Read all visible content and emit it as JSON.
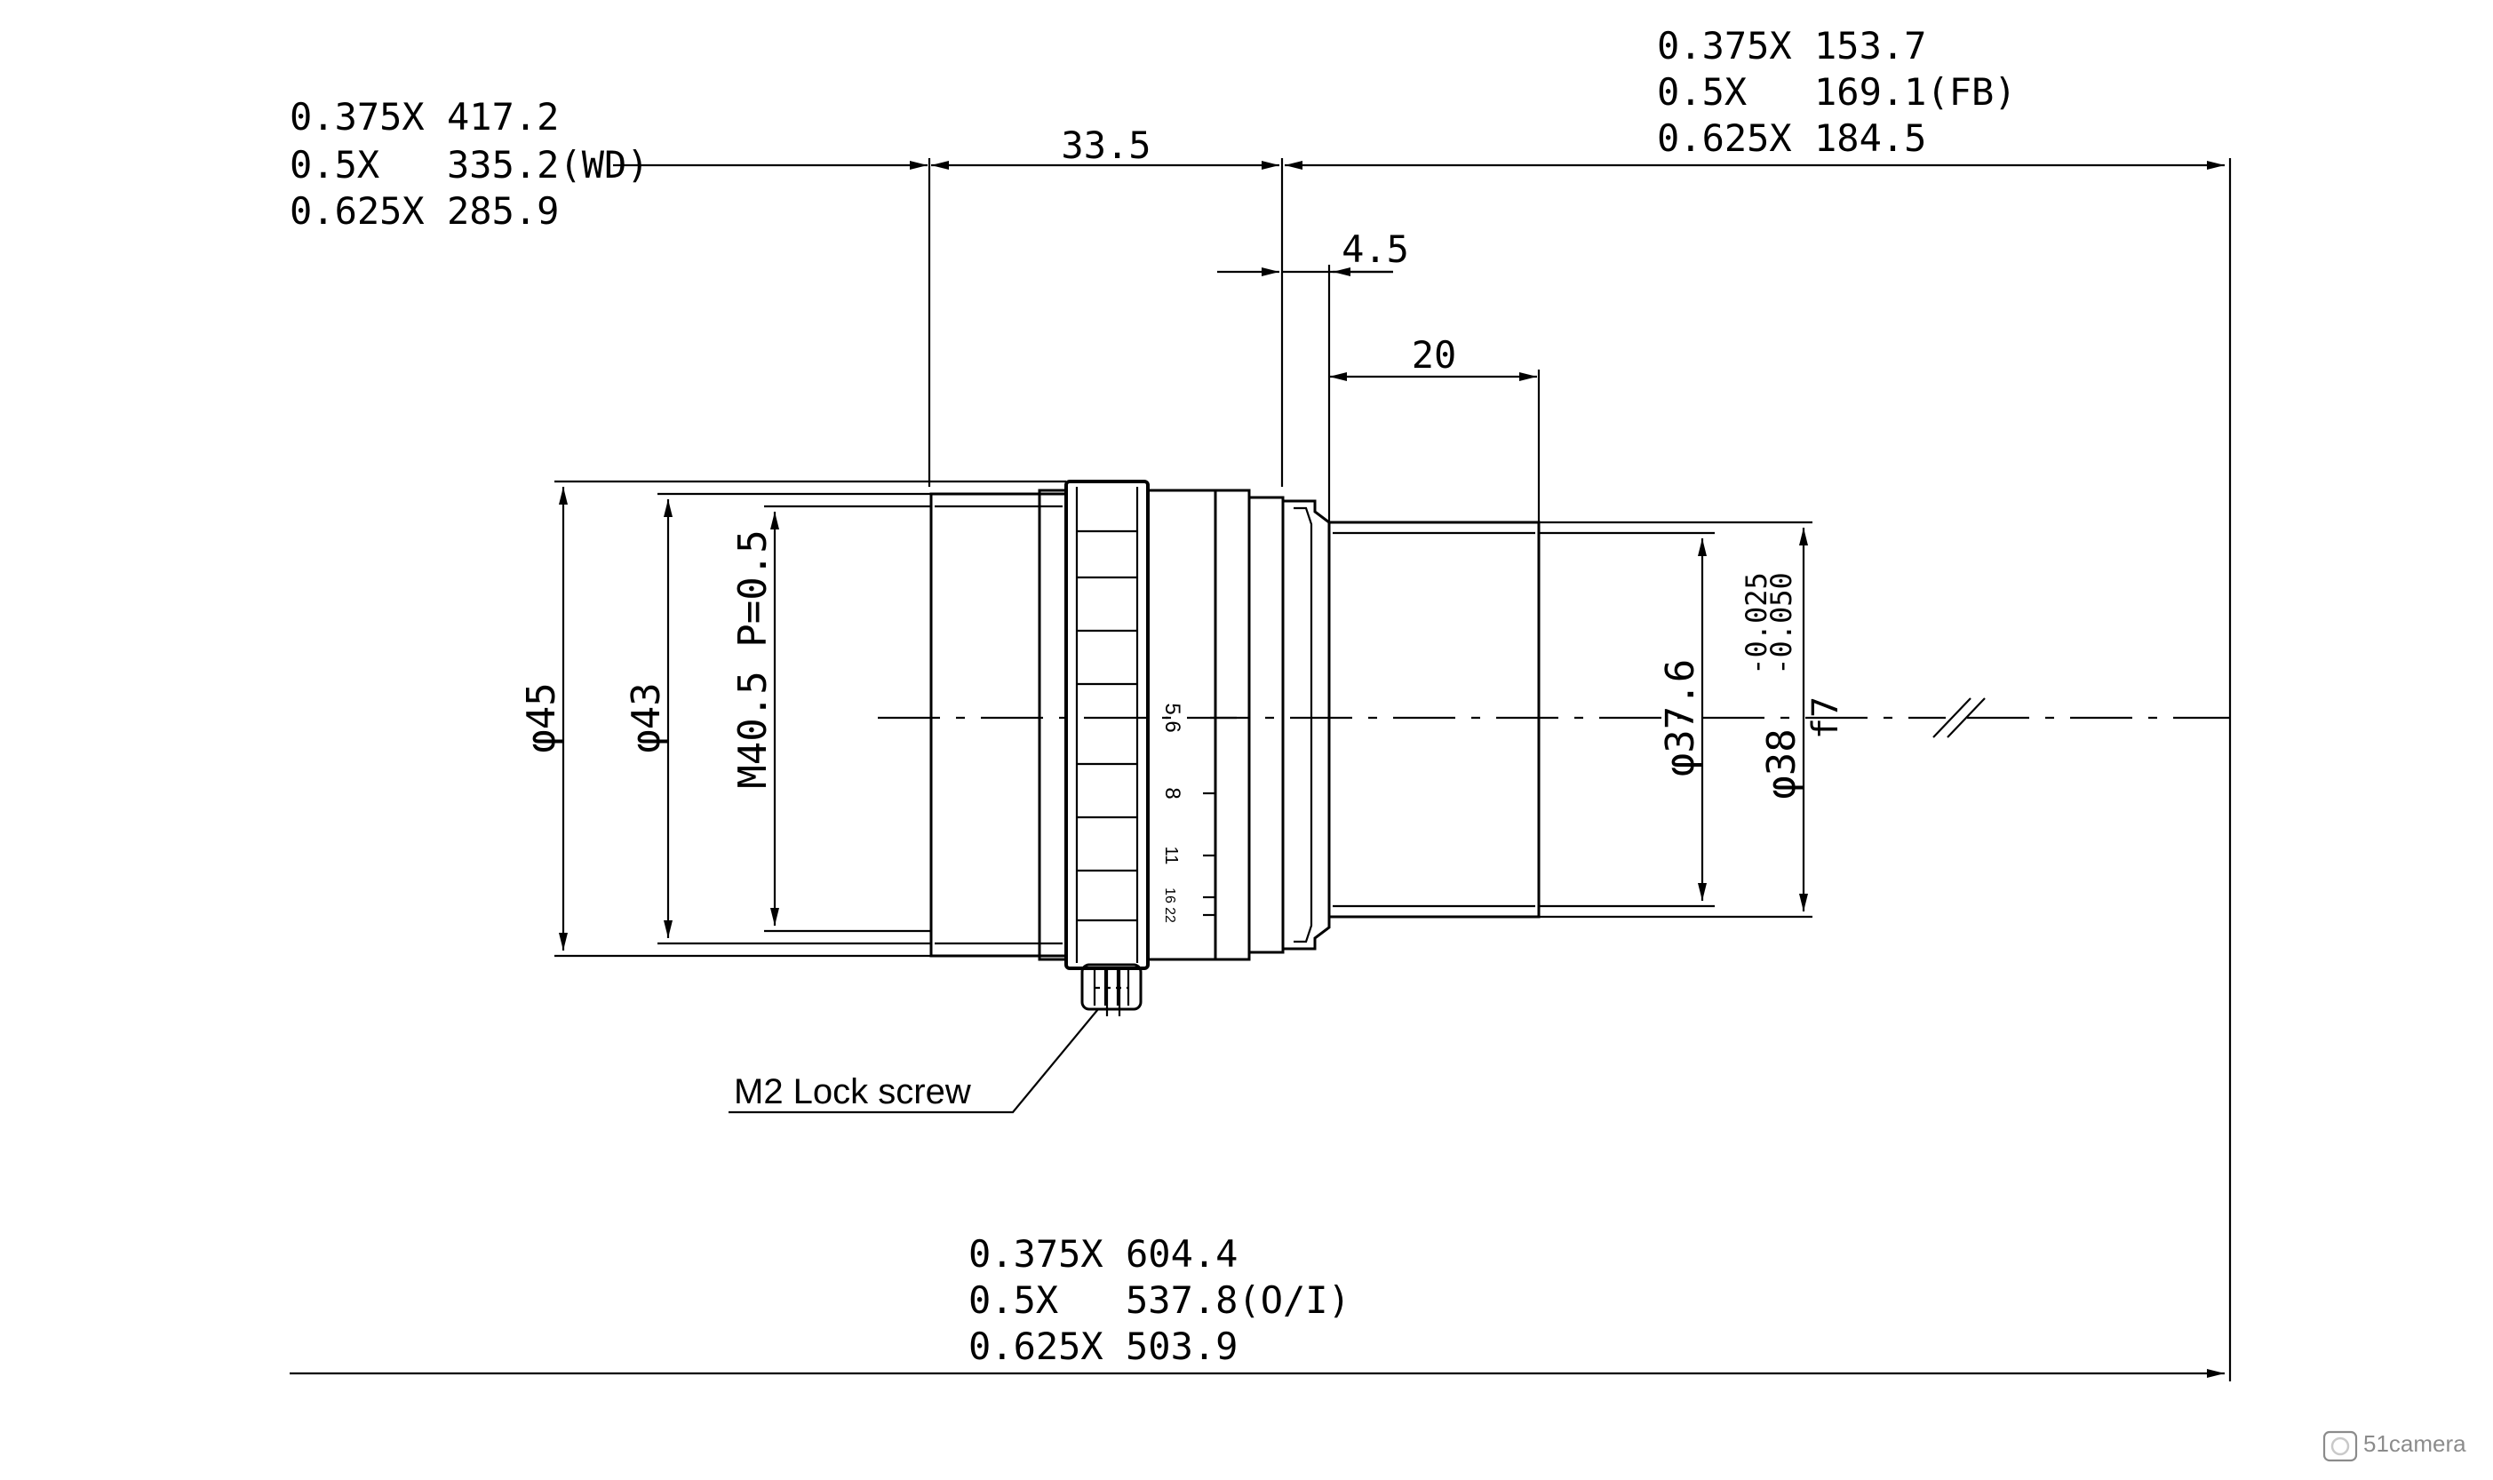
{
  "wd_block": {
    "line1": "0.375X 417.2",
    "line2": "0.5X   335.2(WD)",
    "line3": "0.625X 285.9"
  },
  "fb_block": {
    "line1": "0.375X 153.7",
    "line2": "0.5X   169.1(FB)",
    "line3": "0.625X 184.5"
  },
  "oi_block": {
    "line1": "0.375X 604.4",
    "line2": "0.5X   537.8(O/I)",
    "line3": "0.625X 503.9"
  },
  "dims": {
    "len_33_5": "33.5",
    "len_4_5": "4.5",
    "len_20": "20",
    "dia_45": "φ45",
    "dia_43": "φ43",
    "thread": "M40.5 P=0.5",
    "dia_37_6": "φ37.6",
    "dia_38": "φ38",
    "tol_upper": "-0.025",
    "tol_lower": "-0.050",
    "fit": "f7"
  },
  "aperture_scale": [
    "5.6",
    "8",
    "11",
    "16",
    "22"
  ],
  "callout": {
    "lock_screw": "M2 Lock screw"
  },
  "watermark": {
    "brand": "51camera"
  }
}
